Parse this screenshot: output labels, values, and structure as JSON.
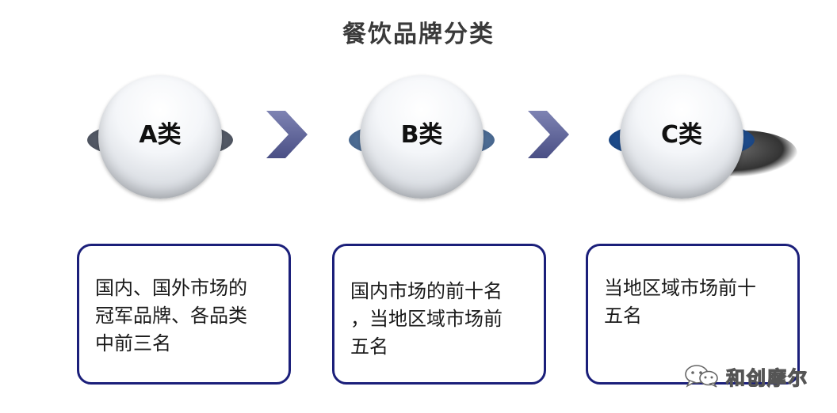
{
  "title": "餐饮品牌分类",
  "categories": [
    {
      "label": "A类",
      "description": "国内、国外市场的\n冠军品牌、各品类\n中前三名"
    },
    {
      "label": "B类",
      "description": "国内市场的前十名\n，当地区域市场前\n五名"
    },
    {
      "label": "C类",
      "description": "当地区域市场前十\n五名"
    }
  ],
  "watermark": {
    "text": "和创摩尔",
    "icon": "wechat-icon"
  },
  "colors": {
    "box_border": "#1b1f7a",
    "arrow": "#5a5f93",
    "ring_a": "#555b68",
    "ring_b": "#4f6f97",
    "ring_c": "#1e4d8f"
  }
}
